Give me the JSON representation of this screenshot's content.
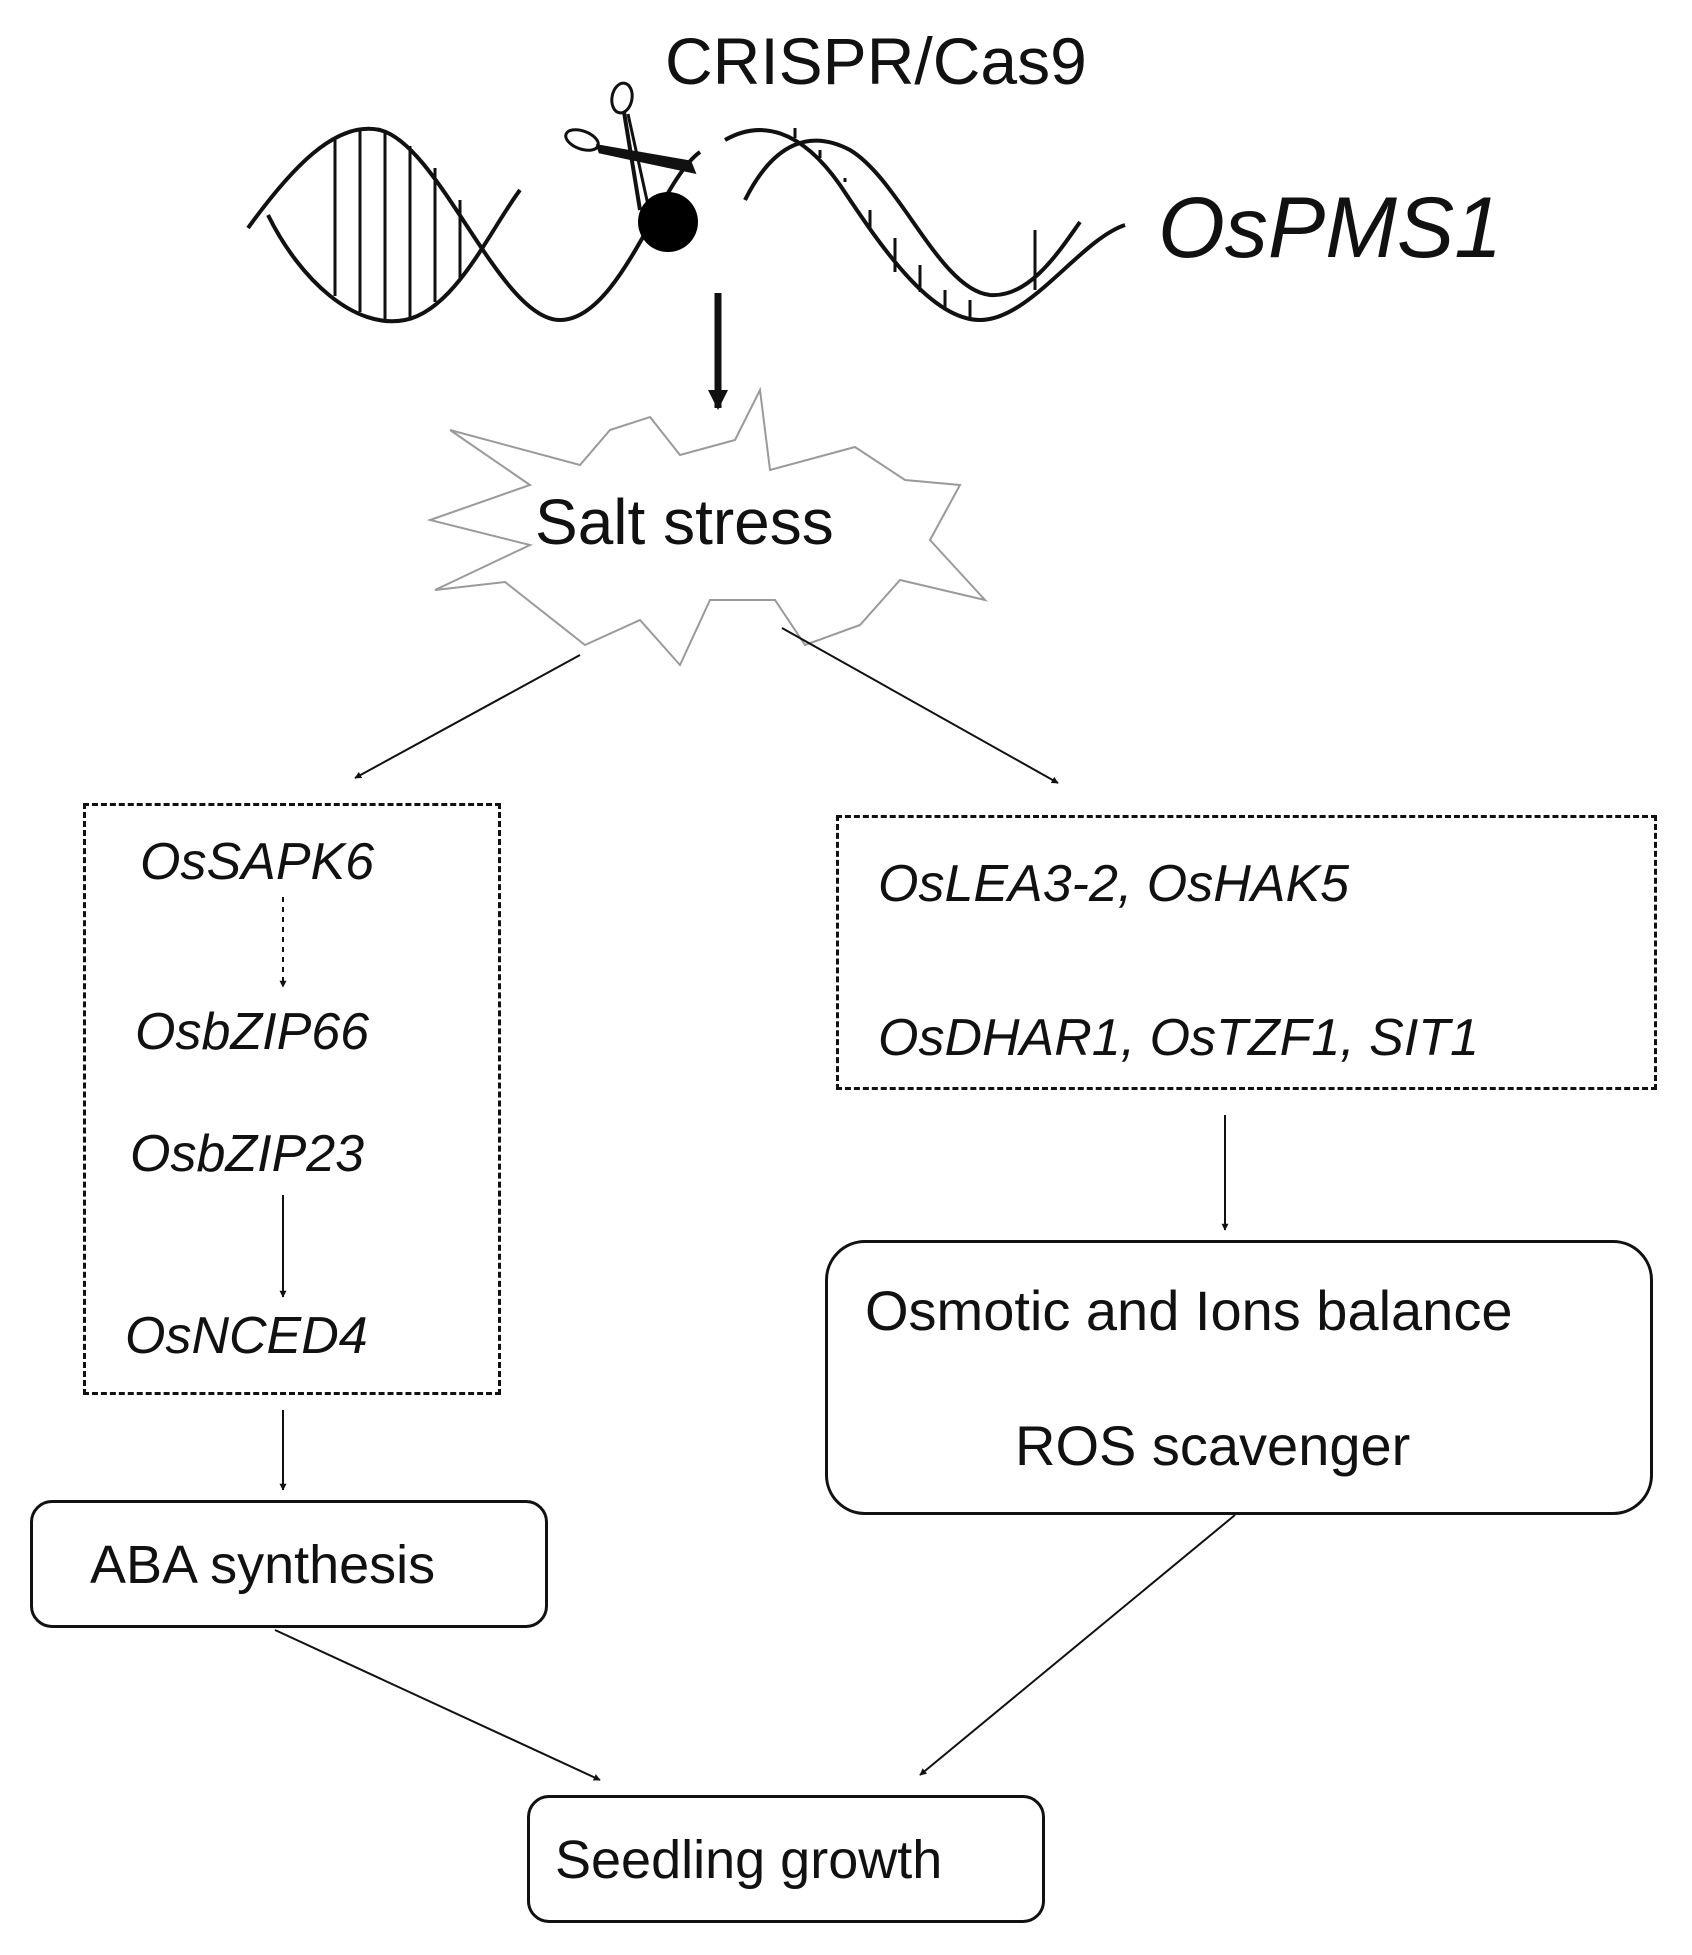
{
  "header": {
    "tool": "CRISPR/Cas9",
    "gene": "OsPMS1"
  },
  "stress": {
    "label": "Salt stress"
  },
  "left_pathway": {
    "genes": [
      "OsSAPK6",
      "OsbZIP66",
      "OsbZIP23",
      "OsNCED4"
    ],
    "outcome": "ABA synthesis"
  },
  "right_pathway": {
    "genes_row1": "OsLEA3-2, OsHAK5",
    "genes_row2": "OsDHAR1, OsTZF1, SIT1",
    "outcome_line1": "Osmotic and Ions balance",
    "outcome_line2": "ROS scavenger"
  },
  "final": {
    "label": "Seedling growth"
  }
}
